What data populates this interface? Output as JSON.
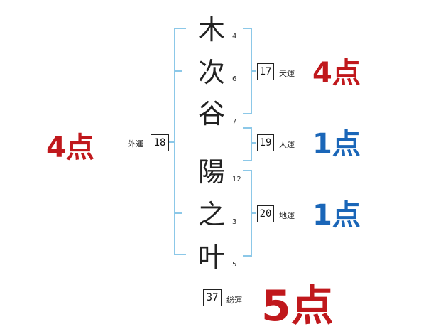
{
  "name_chars": [
    {
      "char": "木",
      "strokes": "4"
    },
    {
      "char": "次",
      "strokes": "6"
    },
    {
      "char": "谷",
      "strokes": "7"
    },
    {
      "char": "陽",
      "strokes": "12"
    },
    {
      "char": "之",
      "strokes": "3"
    },
    {
      "char": "叶",
      "strokes": "5"
    }
  ],
  "tenkaku": {
    "value": "17",
    "label": "天運",
    "points": "4点"
  },
  "jinkaku": {
    "value": "19",
    "label": "人運",
    "points": "1点"
  },
  "chikaku": {
    "value": "20",
    "label": "地運",
    "points": "1点"
  },
  "gaikaku": {
    "value": "18",
    "label": "外運",
    "points": "4点"
  },
  "soukaku": {
    "value": "37",
    "label": "総運",
    "points": "5点"
  },
  "colors": {
    "bracket": "#8cc8e8",
    "red": "#c0181c",
    "blue": "#1a66b8"
  }
}
